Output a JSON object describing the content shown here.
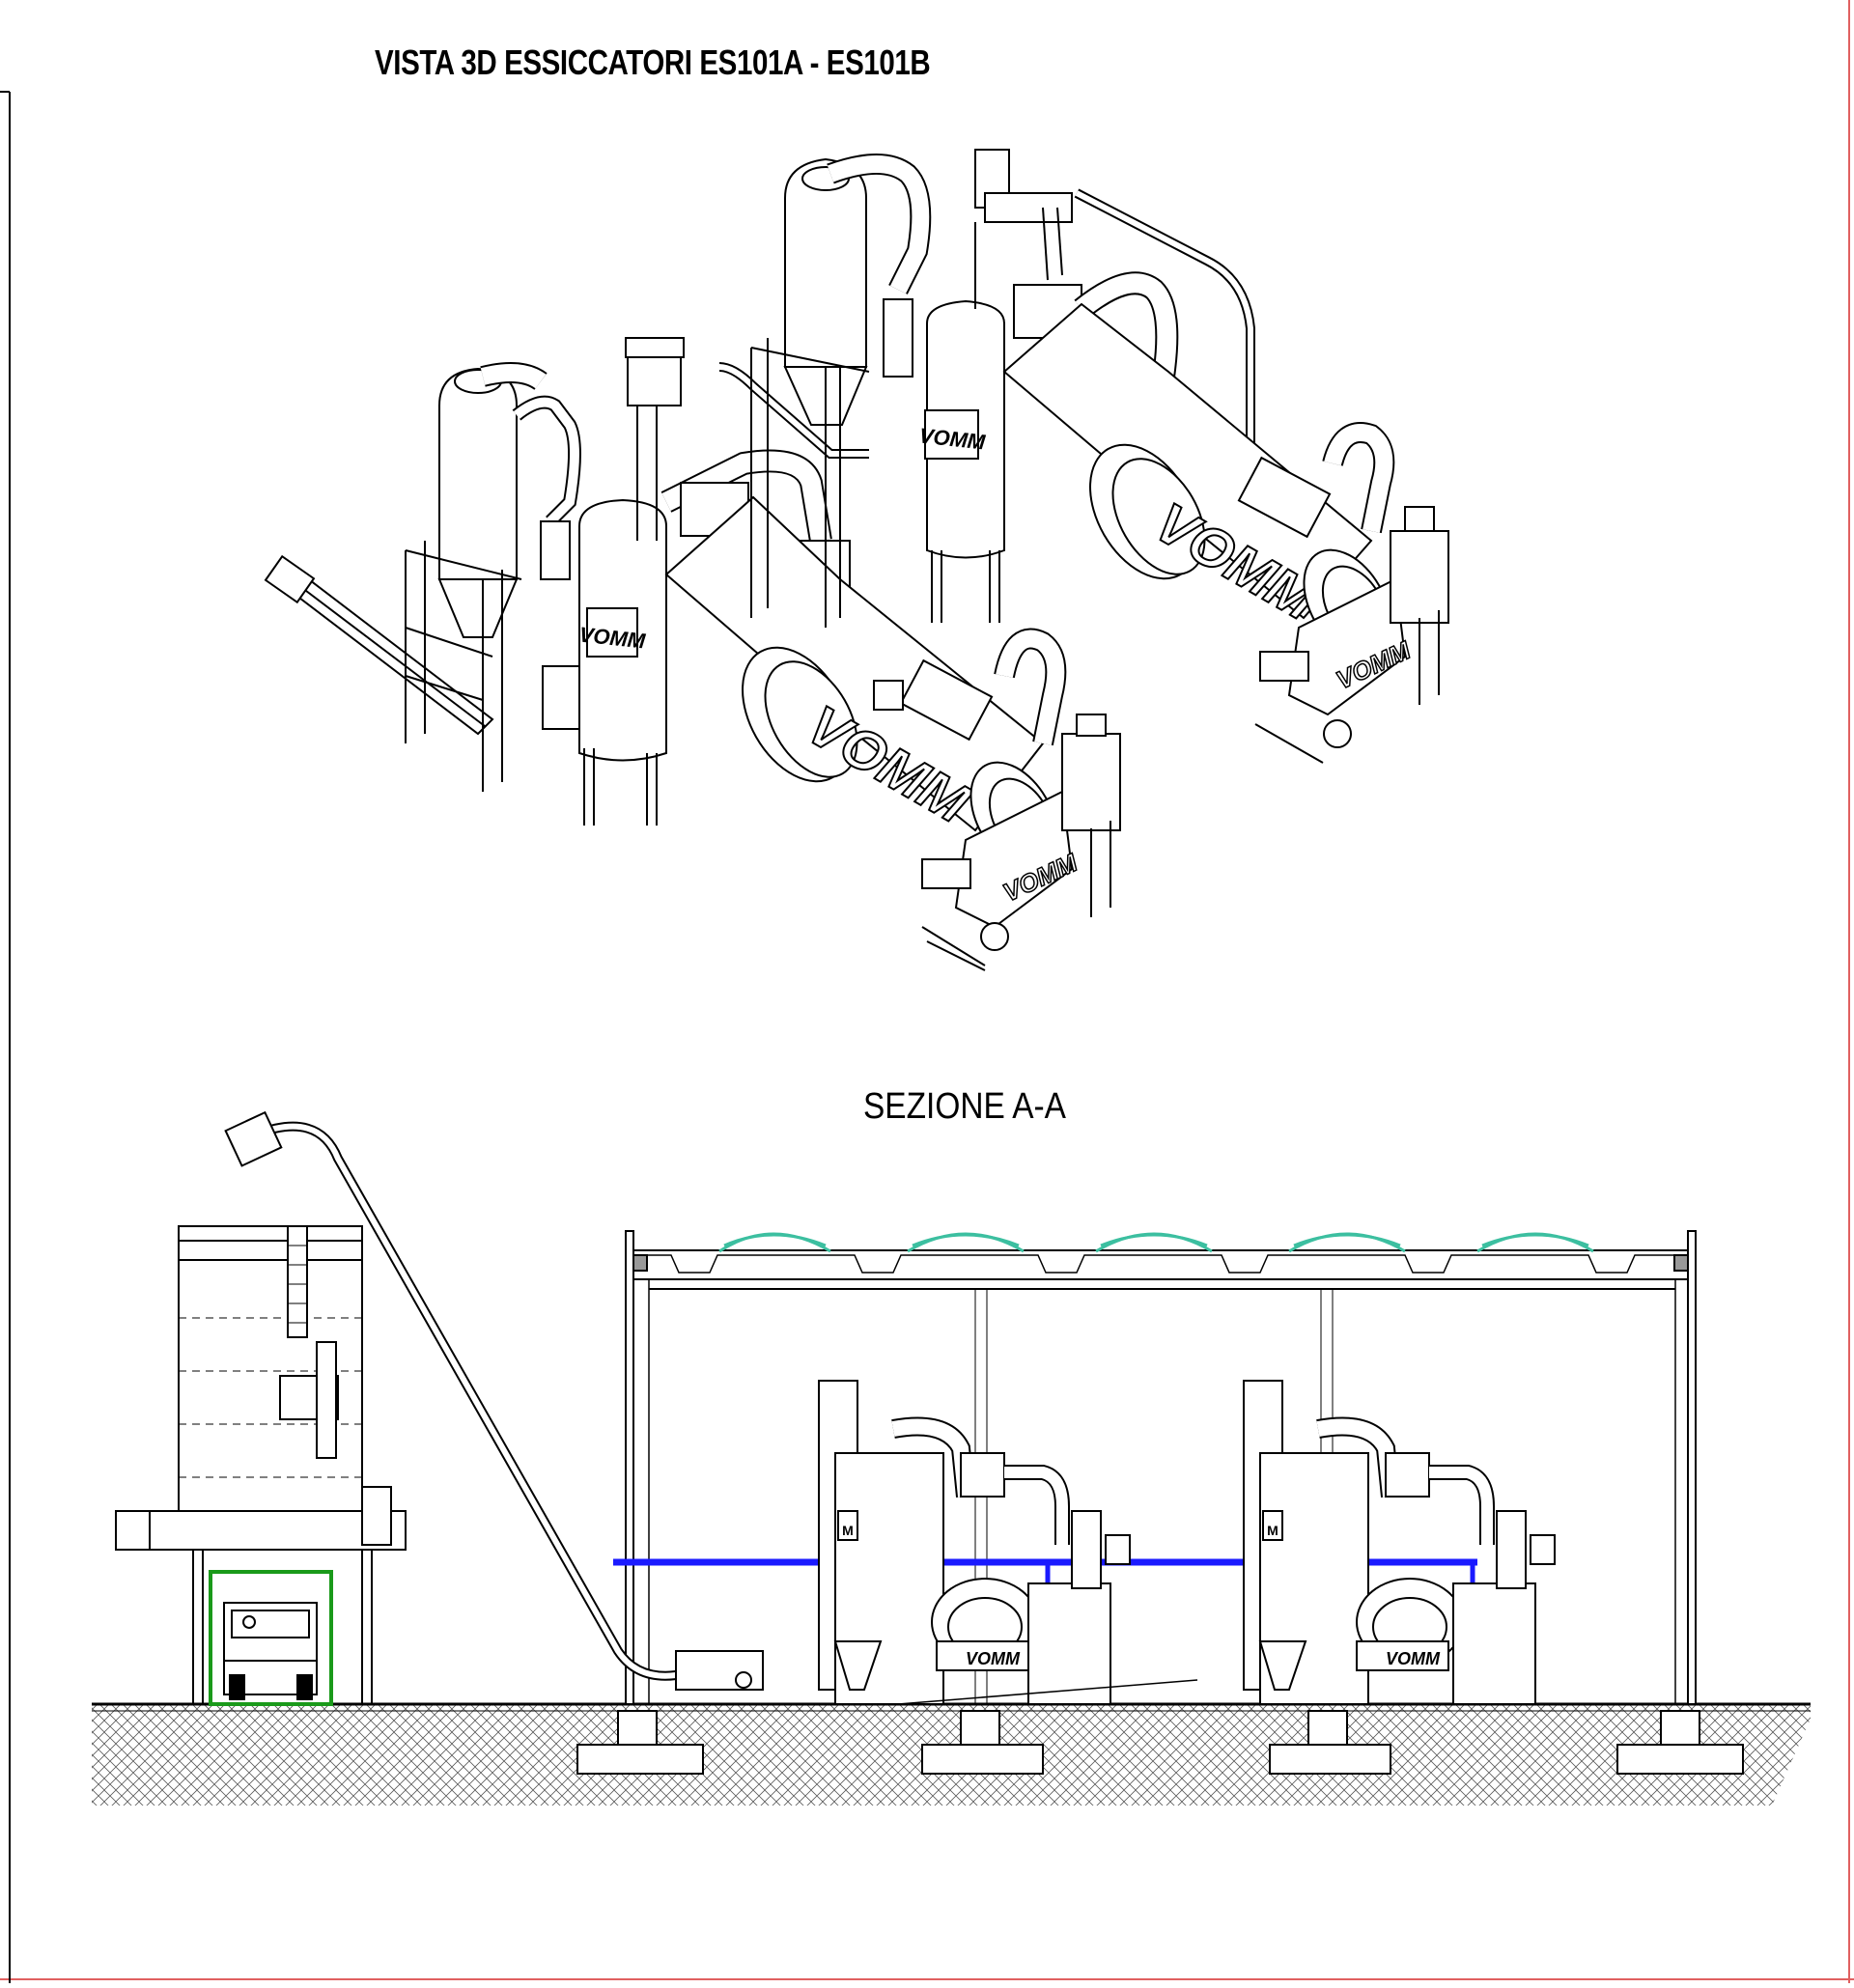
{
  "drawing": {
    "title_3d": "VISTA 3D ESSICCATORI ES101A - ES101B",
    "title_section": "SEZIONE A-A",
    "brand_logo": "VOMM"
  },
  "colors": {
    "line": "#000000",
    "frame": "#e06060",
    "beam": "#1a1aff",
    "hoist_frame": "#1a9a1a",
    "skylight": "#3cbfa0"
  }
}
